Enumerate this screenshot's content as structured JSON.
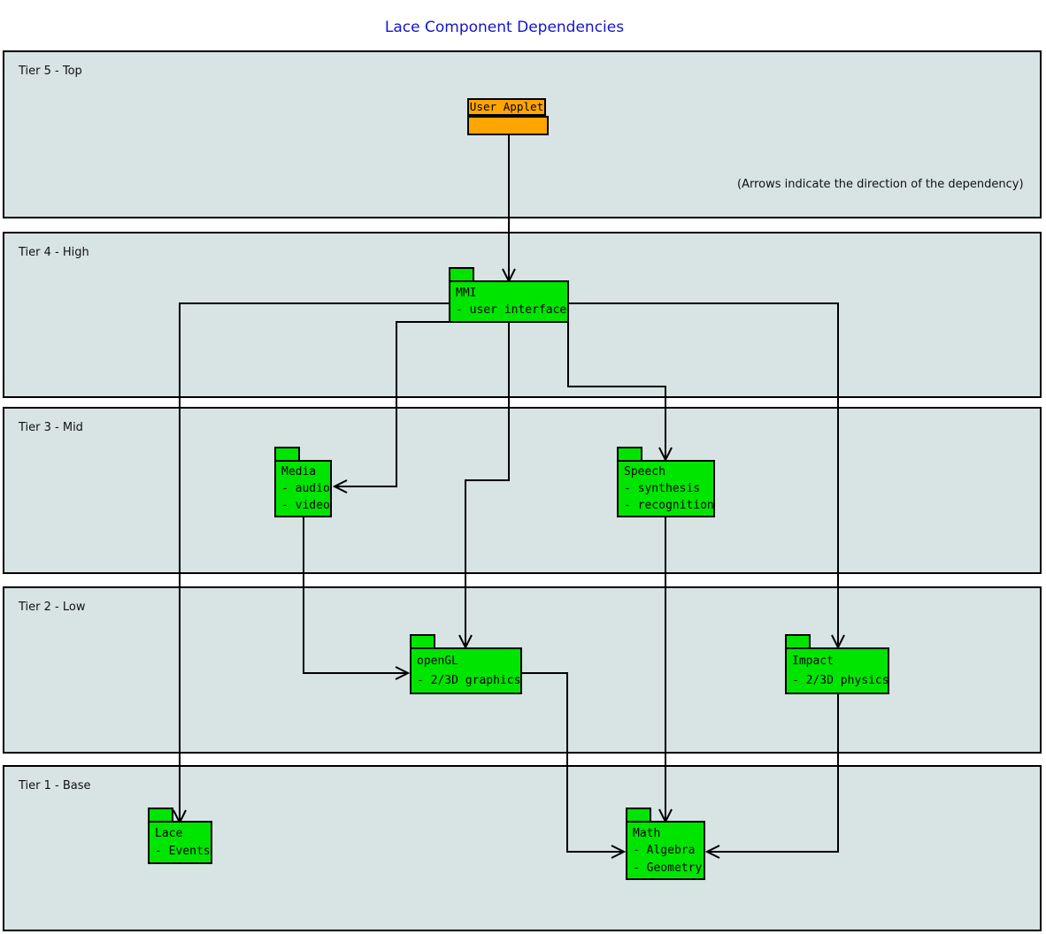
{
  "title": "Lace Component Dependencies",
  "annotation": "(Arrows indicate the direction of the dependency)",
  "colors": {
    "title_blue": "#1414cc",
    "tier_fill": "#d8e3e3",
    "node_green": "#00e500",
    "node_orange": "#ffa500",
    "edge_black": "#000000"
  },
  "tiers": [
    {
      "label": "Tier 5 - Top"
    },
    {
      "label": "Tier 4 - High"
    },
    {
      "label": "Tier 3 - Mid"
    },
    {
      "label": "Tier 2 - Low"
    },
    {
      "label": "Tier 1 - Base"
    }
  ],
  "nodes": {
    "user_applet": {
      "name": "User Applet"
    },
    "mmi": {
      "name": "MMI",
      "line1": "- user interface"
    },
    "media": {
      "name": "Media",
      "line1": "- audio",
      "line2": "- video"
    },
    "speech": {
      "name": "Speech",
      "line1": "- synthesis",
      "line2": "- recognition"
    },
    "opengl": {
      "name": "openGL",
      "line1": "- 2/3D graphics"
    },
    "impact": {
      "name": "Impact",
      "line1": "- 2/3D physics"
    },
    "lace": {
      "name": "Lace",
      "line1": "- Events"
    },
    "math": {
      "name": "Math",
      "line1": "- Algebra",
      "line2": "- Geometry"
    }
  },
  "edges": [
    {
      "from": "User Applet",
      "to": "MMI"
    },
    {
      "from": "MMI",
      "to": "Lace"
    },
    {
      "from": "MMI",
      "to": "Media"
    },
    {
      "from": "MMI",
      "to": "openGL"
    },
    {
      "from": "MMI",
      "to": "Speech"
    },
    {
      "from": "MMI",
      "to": "Impact"
    },
    {
      "from": "Media",
      "to": "openGL"
    },
    {
      "from": "Speech",
      "to": "Math"
    },
    {
      "from": "openGL",
      "to": "Math"
    },
    {
      "from": "Impact",
      "to": "Math"
    }
  ]
}
